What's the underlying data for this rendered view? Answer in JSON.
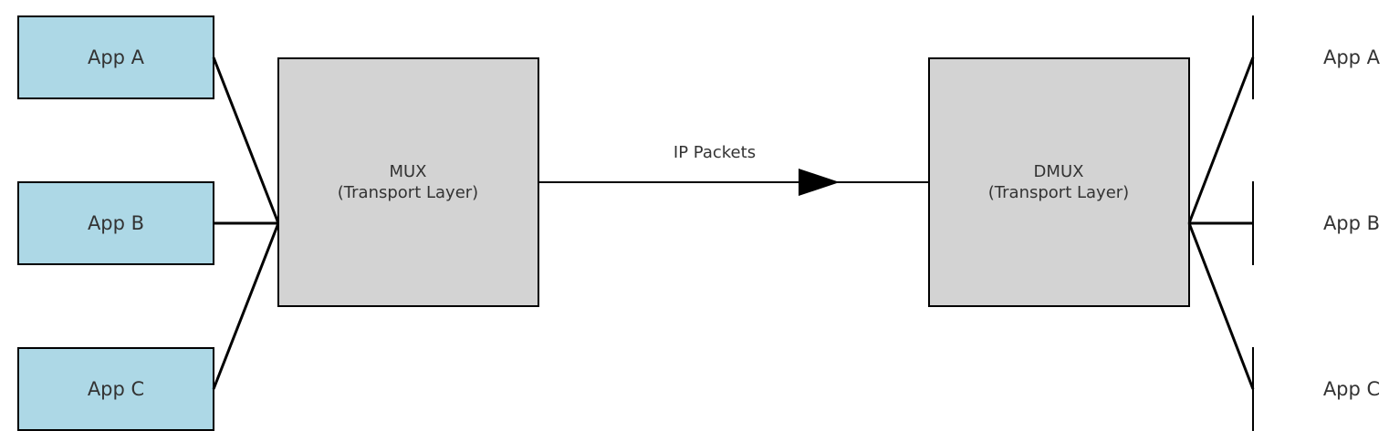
{
  "diagram": {
    "colors": {
      "app_fill": "#add8e6",
      "box_fill": "#d3d3d3",
      "stroke": "#000000",
      "text": "#333333"
    },
    "sources": [
      {
        "label": "App A"
      },
      {
        "label": "App B"
      },
      {
        "label": "App C"
      }
    ],
    "mux": {
      "line1": "MUX",
      "line2": "(Transport Layer)"
    },
    "dmux": {
      "line1": "DMUX",
      "line2": "(Transport Layer)"
    },
    "link_label": "IP Packets",
    "destinations": [
      {
        "label": "App A"
      },
      {
        "label": "App B"
      },
      {
        "label": "App C"
      }
    ]
  }
}
